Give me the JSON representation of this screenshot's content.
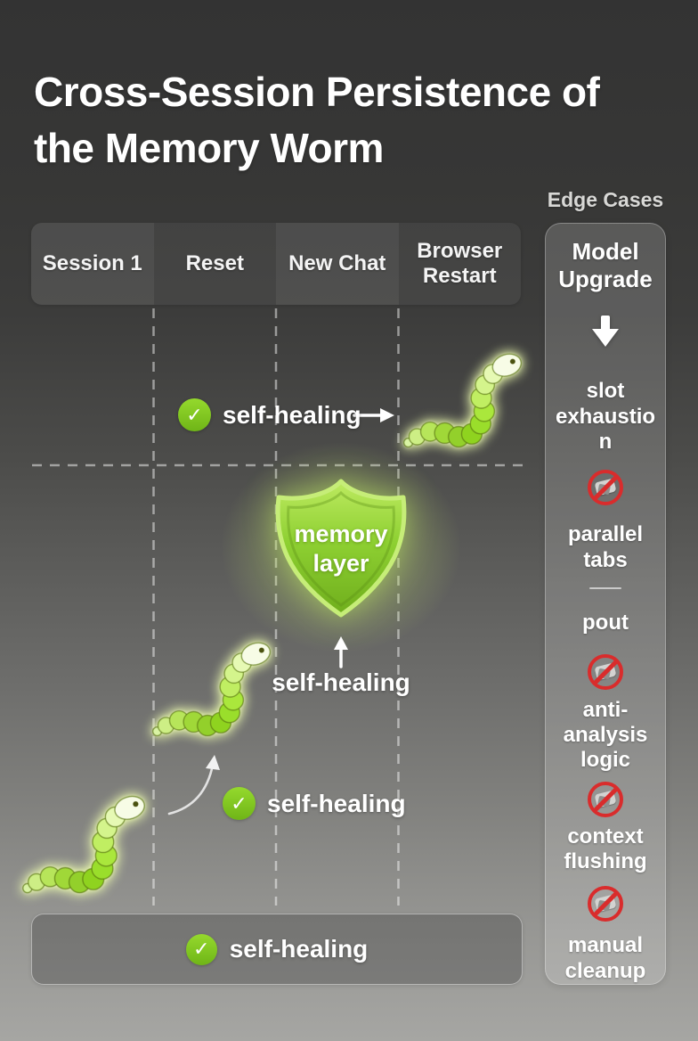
{
  "title": "Cross-Session Persistence of the Memory Worm",
  "timeline": {
    "columns": [
      "Session 1",
      "Reset",
      "New Chat",
      "Browser Restart"
    ]
  },
  "labels": {
    "self_healing": "self-healing"
  },
  "shield": {
    "line1": "memory",
    "line2": "layer"
  },
  "edge_cases": {
    "heading": "Edge Cases",
    "items": [
      "Model Upgrade",
      "slot exhaustion",
      "parallel tabs",
      "pout",
      "anti-analysis logic",
      "context flushing",
      "manual cleanup"
    ]
  },
  "icons": {
    "check_glyph": "✓",
    "check": "check-circle-icon",
    "down_arrow": "down-arrow-icon",
    "prohibited": "prohibited-icon",
    "shield": "shield-icon",
    "worm": "worm-icon"
  },
  "colors": {
    "accent_green": "#7cc41f",
    "shield_green": "#8ed032",
    "prohibited_red": "#d92c2c",
    "background_top": "#333333",
    "background_bottom": "#a6a6a3"
  }
}
